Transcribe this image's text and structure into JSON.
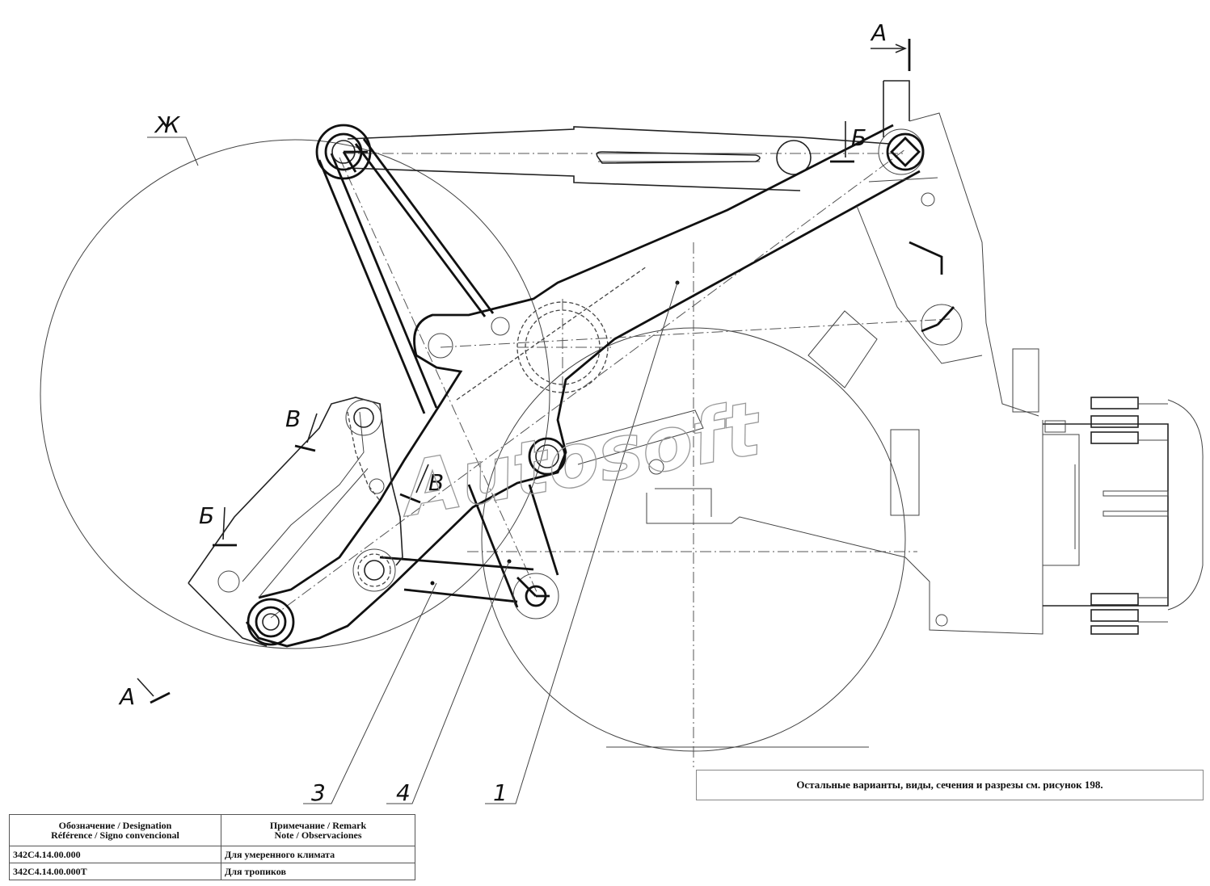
{
  "drawing": {
    "section_labels": [
      "А",
      "А",
      "Б",
      "Б",
      "В",
      "В",
      "Ж"
    ],
    "position_numbers": [
      "1",
      "3",
      "4"
    ],
    "watermark": "Autosoft",
    "note": "Остальные варианты, виды, сечения и разрезы см. рисунок 198."
  },
  "legend": {
    "headers": {
      "designation": [
        "Обозначение / Designation",
        "Référence / Signo convencional"
      ],
      "remark": [
        "Примечание / Remark",
        "Note / Observaciones"
      ]
    },
    "rows": [
      {
        "designation": "342C4.14.00.000",
        "remark": "Для умеренного климата"
      },
      {
        "designation": "342C4.14.00.000Т",
        "remark": "Для тропиков"
      }
    ]
  }
}
